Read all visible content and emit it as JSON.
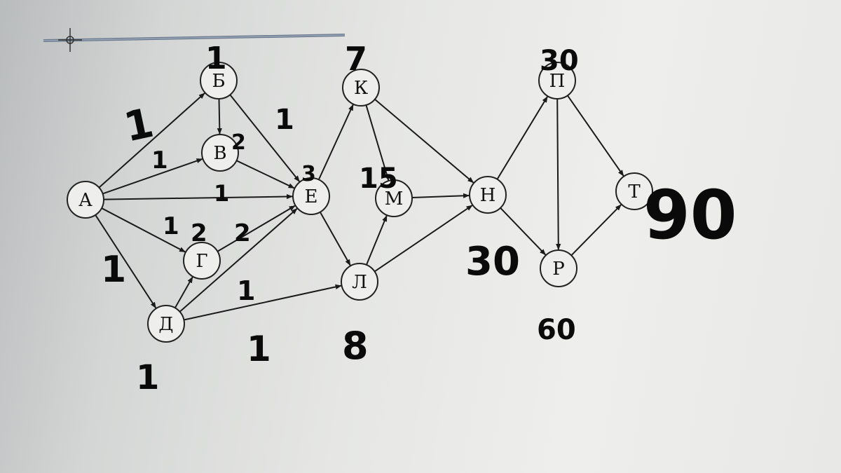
{
  "nodes": [
    {
      "id": "A",
      "label": "А"
    },
    {
      "id": "B",
      "label": "Б"
    },
    {
      "id": "V",
      "label": "В"
    },
    {
      "id": "G",
      "label": "Г"
    },
    {
      "id": "D",
      "label": "Д"
    },
    {
      "id": "E",
      "label": "Е"
    },
    {
      "id": "K",
      "label": "К"
    },
    {
      "id": "M",
      "label": "М"
    },
    {
      "id": "L",
      "label": "Л"
    },
    {
      "id": "N",
      "label": "Н"
    },
    {
      "id": "P",
      "label": "П"
    },
    {
      "id": "R",
      "label": "Р"
    },
    {
      "id": "T",
      "label": "Т"
    }
  ],
  "edges": [
    [
      "A",
      "B"
    ],
    [
      "A",
      "V"
    ],
    [
      "A",
      "E"
    ],
    [
      "A",
      "G"
    ],
    [
      "A",
      "D"
    ],
    [
      "B",
      "V"
    ],
    [
      "B",
      "E"
    ],
    [
      "V",
      "E"
    ],
    [
      "G",
      "E"
    ],
    [
      "D",
      "G"
    ],
    [
      "D",
      "E"
    ],
    [
      "D",
      "L"
    ],
    [
      "E",
      "K"
    ],
    [
      "E",
      "L"
    ],
    [
      "K",
      "M"
    ],
    [
      "K",
      "N"
    ],
    [
      "L",
      "M"
    ],
    [
      "M",
      "N"
    ],
    [
      "L",
      "N"
    ],
    [
      "N",
      "P"
    ],
    [
      "N",
      "R"
    ],
    [
      "P",
      "R"
    ],
    [
      "P",
      "T"
    ],
    [
      "R",
      "T"
    ]
  ],
  "handwritten": [
    {
      "id": "hw-b",
      "text": "1"
    },
    {
      "id": "hw-k",
      "text": "7"
    },
    {
      "id": "hw-p",
      "text": "30"
    },
    {
      "id": "hw-ab",
      "text": "1"
    },
    {
      "id": "hw-be",
      "text": "1"
    },
    {
      "id": "hw-v",
      "text": "2"
    },
    {
      "id": "hw-av",
      "text": "1"
    },
    {
      "id": "hw-e",
      "text": "3"
    },
    {
      "id": "hw-m",
      "text": "15"
    },
    {
      "id": "hw-ae",
      "text": "1"
    },
    {
      "id": "hw-ag",
      "text": "1"
    },
    {
      "id": "hw-g",
      "text": "2"
    },
    {
      "id": "hw-ge",
      "text": "2"
    },
    {
      "id": "hw-n",
      "text": "30"
    },
    {
      "id": "hw-ad",
      "text": "1"
    },
    {
      "id": "hw-de",
      "text": "1"
    },
    {
      "id": "hw-dl",
      "text": "1"
    },
    {
      "id": "hw-l",
      "text": "8"
    },
    {
      "id": "hw-d",
      "text": "1"
    },
    {
      "id": "hw-r",
      "text": "60"
    },
    {
      "id": "hw-t",
      "text": "90"
    }
  ]
}
